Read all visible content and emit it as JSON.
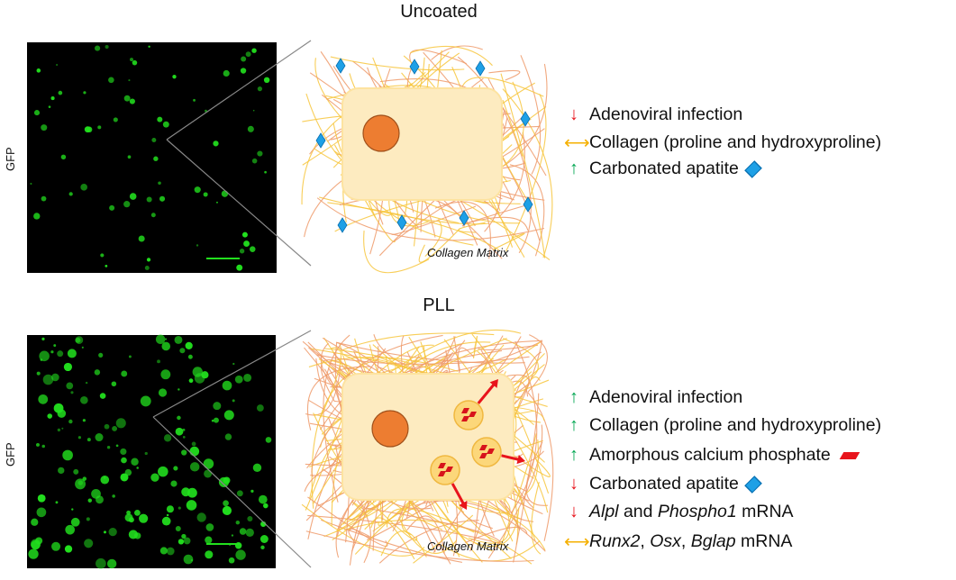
{
  "panels": [
    {
      "title": "Uncoated",
      "side_label": "GFP",
      "matrix_label": "Collagen Matrix",
      "effects": [
        {
          "dir": "down",
          "text": "Adenoviral infection"
        },
        {
          "dir": "both",
          "text": "Collagen (proline and hydroxyproline)"
        },
        {
          "dir": "up",
          "text": "Carbonated apatite",
          "marker": "blue-diamond"
        }
      ]
    },
    {
      "title": "PLL",
      "side_label": "GFP",
      "matrix_label": "Collagen Matrix",
      "effects": [
        {
          "dir": "up",
          "text": "Adenoviral infection"
        },
        {
          "dir": "up",
          "text": "Collagen (proline and hydroxyproline)"
        },
        {
          "dir": "up",
          "text": "Amorphous calcium phosphate",
          "marker": "red-parallelogram"
        },
        {
          "dir": "down",
          "text": "Carbonated apatite",
          "marker": "blue-diamond"
        },
        {
          "dir": "down",
          "parts": [
            "Alpl",
            " and ",
            "Phospho1",
            " mRNA"
          ]
        },
        {
          "dir": "both",
          "parts": [
            "Runx2",
            ", ",
            "Osx",
            ", ",
            "Bglap",
            " mRNA"
          ]
        }
      ]
    }
  ],
  "arrows": {
    "up": "↑",
    "down": "↓",
    "both": "⟷"
  },
  "colors": {
    "up": "#00a651",
    "down": "#e8141c",
    "both": "#f5b000",
    "gfp": "#22e01e",
    "diamond": "#1ea0e6",
    "cell": "#fdebc0",
    "nucleus": "#ed7d31"
  }
}
